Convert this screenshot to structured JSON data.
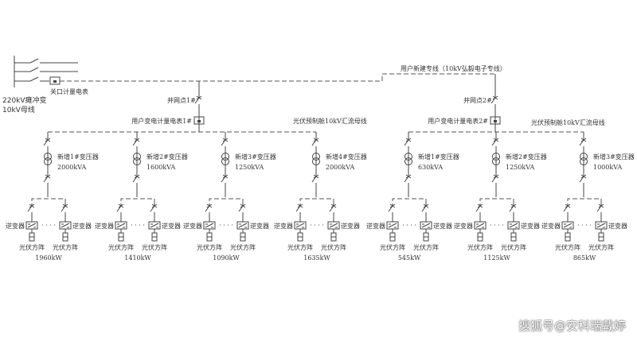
{
  "source": {
    "bus_label_1": "220kV瘫冲变",
    "bus_label_2": "10kV母线",
    "gateway_meter_label": "关口计量电表"
  },
  "feeder_label": "用户新建专线（10kV弘毅电子专线）",
  "groups": [
    {
      "grid_point": "并网点1#",
      "meter_label": "用户变电计量电表1#",
      "bus_label": "光伏预制舱10kV汇流母线",
      "branches": [
        {
          "transformer": "新增1#变压器",
          "capacity": "2000kVA",
          "pv_power": "1960kW"
        },
        {
          "transformer": "新增2#变压器",
          "capacity": "1600kVA",
          "pv_power": "1410kW"
        },
        {
          "transformer": "新增3#变压器",
          "capacity": "1250kVA",
          "pv_power": "1090kW"
        },
        {
          "transformer": "新增4#变压器",
          "capacity": "2000kVA",
          "pv_power": "1635kW"
        }
      ]
    },
    {
      "grid_point": "并网点2#",
      "meter_label": "用户变电计量电表2#",
      "bus_label": "光伏预制舱10kV汇流母线",
      "branches": [
        {
          "transformer": "新增1#变压器",
          "capacity": "630kVA",
          "pv_power": "545kW"
        },
        {
          "transformer": "新增2#变压器",
          "capacity": "1250kVA",
          "pv_power": "1125kW"
        },
        {
          "transformer": "新增3#变压器",
          "capacity": "1000kVA",
          "pv_power": "865kW"
        }
      ]
    }
  ],
  "inverter_label": "逆变器",
  "pv_array_label": "光伏方阵",
  "ellipsis": "· · · ·",
  "watermark": "搜狐号@安科瑞戴婷"
}
